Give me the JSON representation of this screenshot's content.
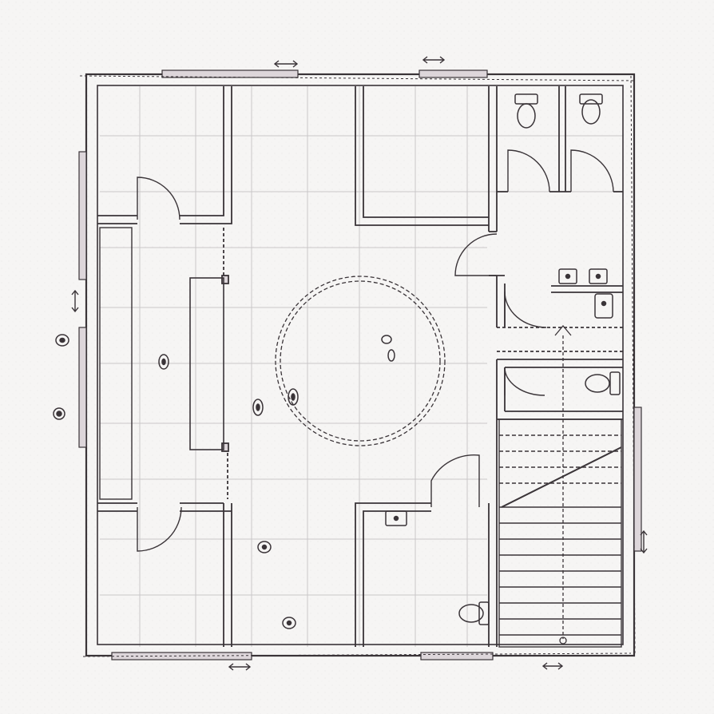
{
  "title": "",
  "plan": {
    "paper_color": "#f6f5f4",
    "ink_color": "#3a3438",
    "grid_color": "#c9c6c8",
    "wall_fill": "#ddd6da",
    "rooms": [
      {
        "name": "northwest-room"
      },
      {
        "name": "west-long-room"
      },
      {
        "name": "southwest-room"
      },
      {
        "name": "central-hall"
      },
      {
        "name": "north-center-room"
      },
      {
        "name": "wc-stall-1"
      },
      {
        "name": "wc-stall-2"
      },
      {
        "name": "sink-lobby"
      },
      {
        "name": "accessible-wc"
      },
      {
        "name": "south-center-room"
      },
      {
        "name": "staircase"
      }
    ],
    "fixtures": [
      {
        "type": "toilet",
        "count": 4
      },
      {
        "type": "sink",
        "count": 4
      },
      {
        "type": "table",
        "count": 1
      },
      {
        "type": "circular-dashed-zone",
        "count": 1
      }
    ],
    "icons": [
      "double-arrow-icon",
      "person-icon",
      "door-swing-icon",
      "stair-arrow-icon"
    ]
  }
}
